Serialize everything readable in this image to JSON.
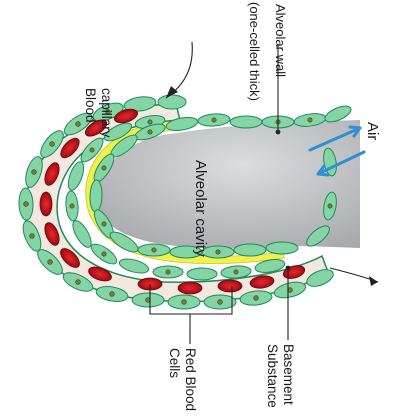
{
  "labels": {
    "blood_capillary": [
      "Blood",
      "capillary"
    ],
    "alveolar_wall": [
      "Alveolar wall",
      "(one-celled thick)"
    ],
    "air": "Air",
    "alveolar_cavity": "Alveolar cavity",
    "red_blood_cells": [
      "Red Blood",
      "Cells"
    ],
    "basement_substance": [
      "Basement",
      "Substance"
    ]
  },
  "colors": {
    "background": "#ffffff",
    "cell_fill": "#84d4a6",
    "cell_stroke": "#1f8a58",
    "nucleus": "#6f7f3a",
    "basement_yellow": "#f1f04d",
    "plasma": "#f3e8e0",
    "rbc": "#c8161d",
    "rbc_dark": "#7a0d10",
    "cavity_light": "#d9dadb",
    "cavity_dark": "#a9abae",
    "air_arrow": "#2f8fd6",
    "line": "#222222"
  },
  "icons": {
    "air_flow": "bidirectional-arrow-icon",
    "blood_flow": "curved-arrow-icon"
  }
}
